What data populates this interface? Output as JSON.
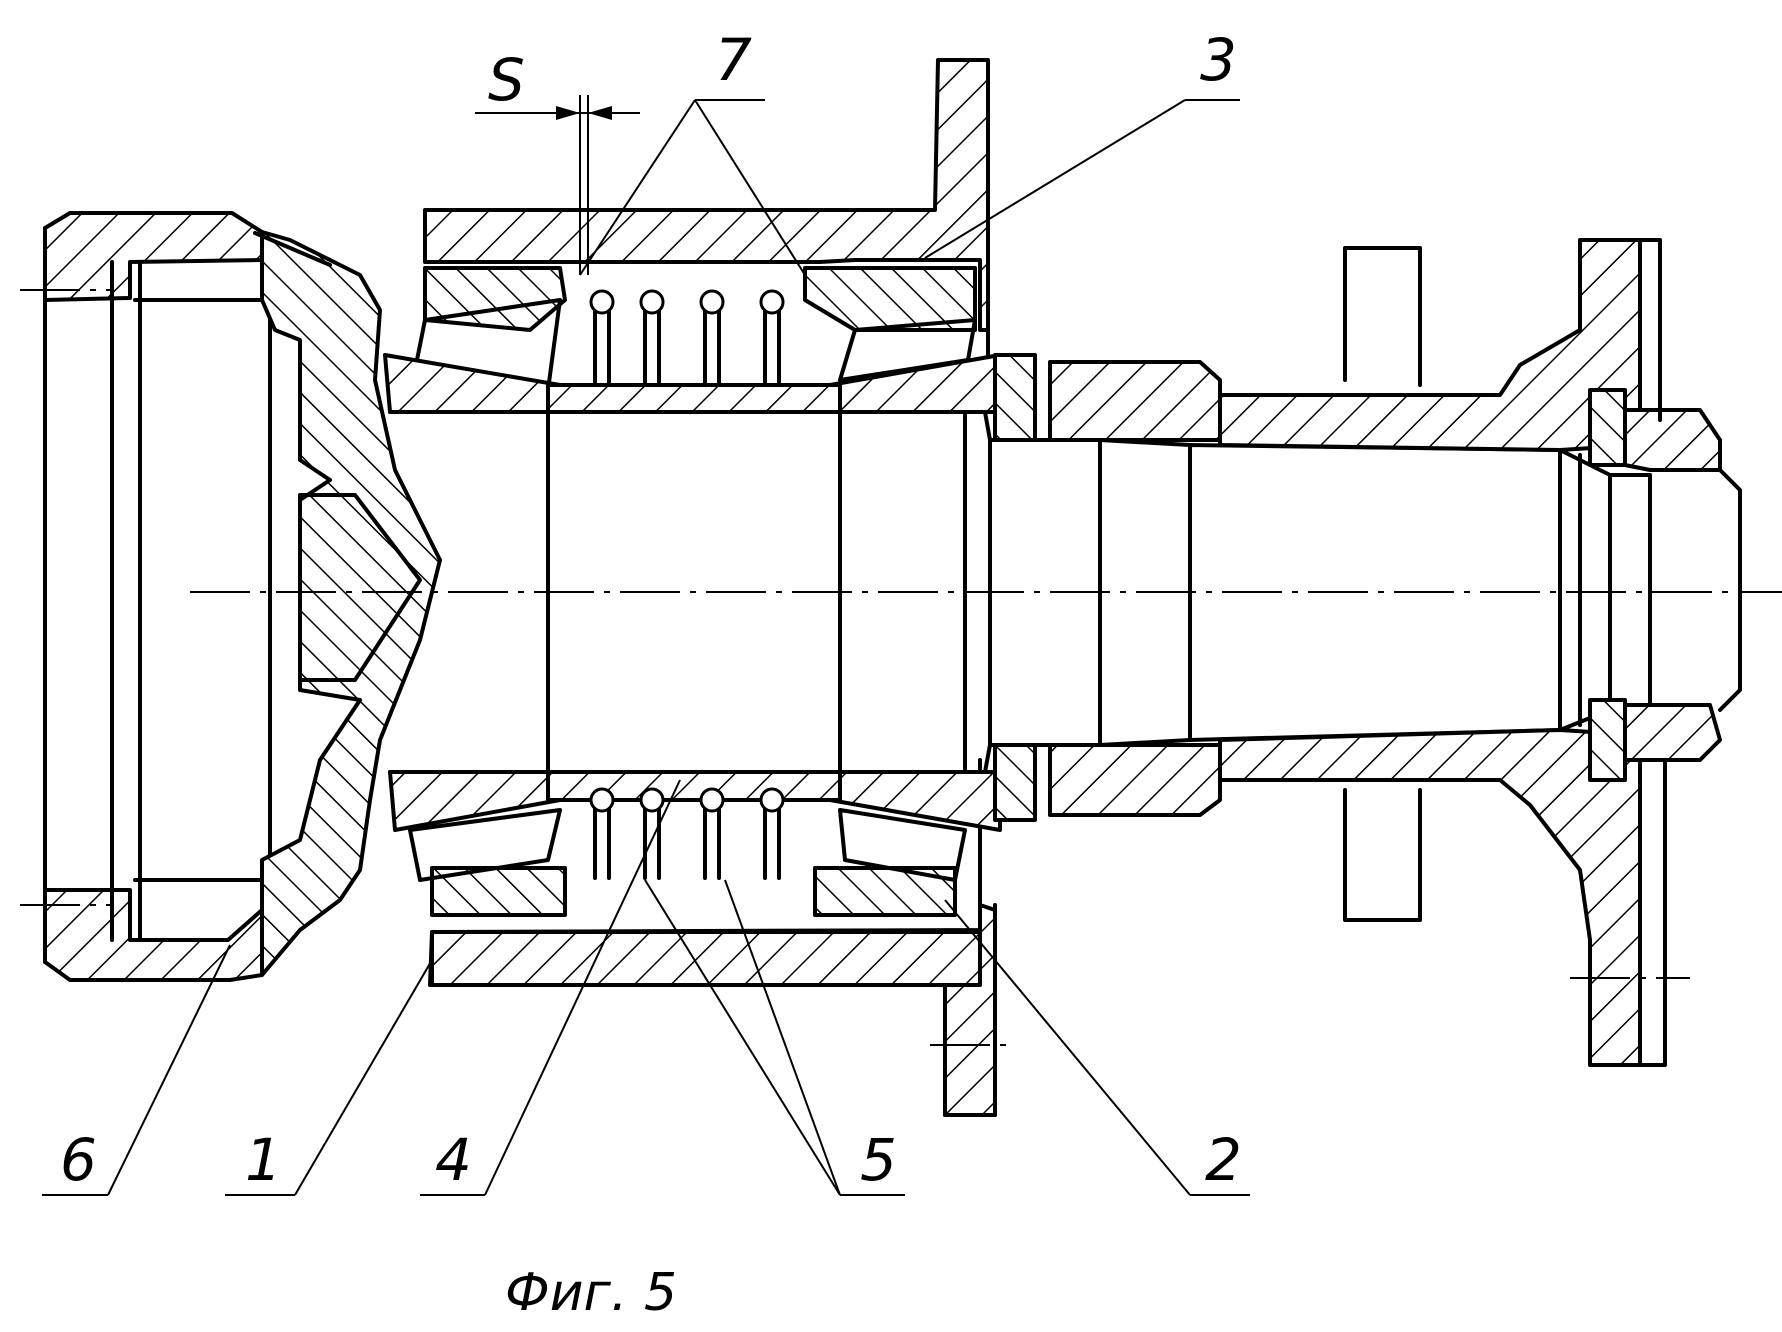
{
  "labels": {
    "s": "S",
    "n7": "7",
    "n3": "3",
    "n6": "6",
    "n1": "1",
    "n4": "4",
    "n5": "5",
    "n2": "2"
  },
  "caption": "Фиг. 5"
}
